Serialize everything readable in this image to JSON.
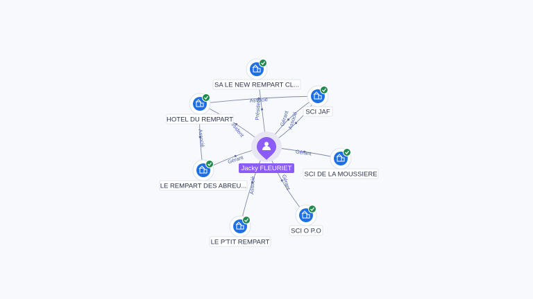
{
  "center": {
    "label": "Jacky FLEURIET",
    "icon": "person-icon"
  },
  "nodes": [
    {
      "id": "new",
      "label": "SA LE NEW REMPART CL...",
      "icon": "building-icon",
      "status_icon": "verified-check-icon"
    },
    {
      "id": "hotel",
      "label": "HOTEL DU REMPART",
      "icon": "building-icon",
      "status_icon": "verified-check-icon"
    },
    {
      "id": "jaf",
      "label": "SCI JAF",
      "icon": "building-icon",
      "status_icon": "verified-check-icon"
    },
    {
      "id": "moussiere",
      "label": "SCI DE LA MOUSSIERE",
      "icon": "building-icon",
      "status_icon": "verified-check-icon"
    },
    {
      "id": "abreu",
      "label": "LE REMPART DES ABREU...",
      "icon": "building-icon",
      "status_icon": "verified-check-icon"
    },
    {
      "id": "ptit",
      "label": "LE P'TIT REMPART",
      "icon": "building-icon",
      "status_icon": "verified-check-icon"
    },
    {
      "id": "po",
      "label": "SCI O P.O",
      "icon": "building-icon",
      "status_icon": "verified-check-icon"
    }
  ],
  "edges": [
    {
      "from": "center",
      "to": "new",
      "label": "Président"
    },
    {
      "from": "center",
      "to": "hotel",
      "label": "Président"
    },
    {
      "from": "center",
      "to": "jaf",
      "label": "Gérant"
    },
    {
      "from": "center",
      "to": "jaf",
      "label": "Associé"
    },
    {
      "from": "center",
      "to": "moussiere",
      "label": "Gérant"
    },
    {
      "from": "center",
      "to": "abreu",
      "label": "Gérant"
    },
    {
      "from": "center",
      "to": "ptit",
      "label": "Associé"
    },
    {
      "from": "center",
      "to": "po",
      "label": "Gérant"
    },
    {
      "from": "hotel",
      "to": "jaf",
      "label": "Associé"
    },
    {
      "from": "hotel",
      "to": "abreu",
      "label": "Associé"
    }
  ],
  "colors": {
    "accent": "#8b5cf6",
    "node_blue": "#1d6fe3",
    "check_green": "#1f8a4c",
    "edge": "#7d87a8",
    "edge_label": "#4a5fc8"
  }
}
